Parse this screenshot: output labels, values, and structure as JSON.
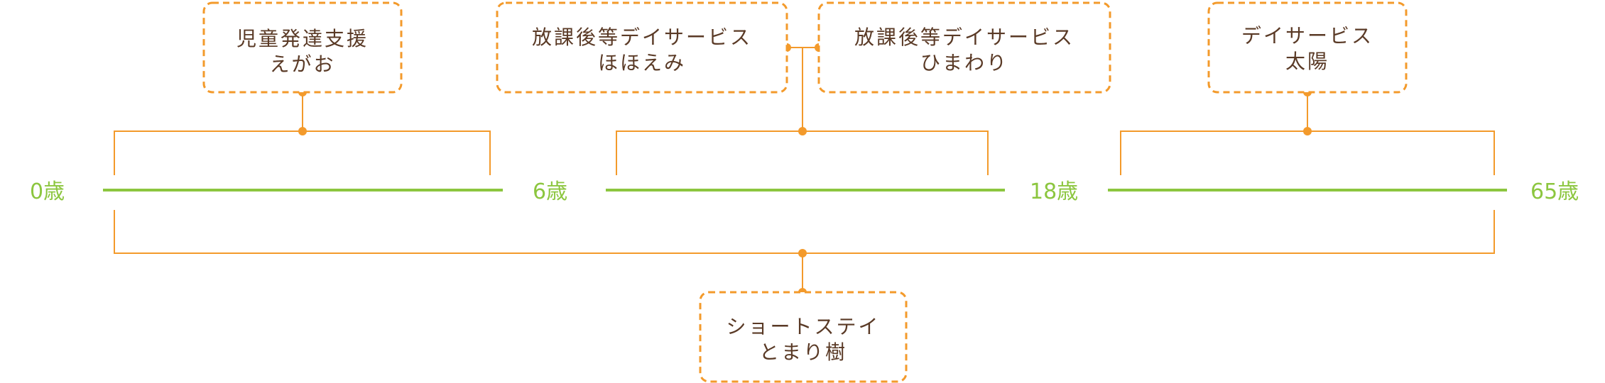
{
  "timeline": {
    "color": "#8cc63f",
    "ages": [
      "0歳",
      "6歳",
      "18歳",
      "65歳"
    ]
  },
  "accent_color": "#f39a2b",
  "text_color": "#5a3a26",
  "services": [
    {
      "id": "egao",
      "lines": [
        "児童発達支援",
        "えがお"
      ],
      "span": [
        "0歳",
        "6歳"
      ]
    },
    {
      "id": "hohoemi",
      "lines": [
        "放課後等デイサービス",
        "ほほえみ"
      ],
      "span": [
        "6歳",
        "18歳"
      ]
    },
    {
      "id": "himawari",
      "lines": [
        "放課後等デイサービス",
        "ひまわり"
      ],
      "span": [
        "6歳",
        "18歳"
      ]
    },
    {
      "id": "taiyo",
      "lines": [
        "デイサービス",
        "太陽"
      ],
      "span": [
        "18歳",
        "65歳"
      ]
    },
    {
      "id": "tomarigi",
      "lines": [
        "ショートステイ",
        "とまり樹"
      ],
      "span": [
        "0歳",
        "65歳"
      ]
    }
  ]
}
